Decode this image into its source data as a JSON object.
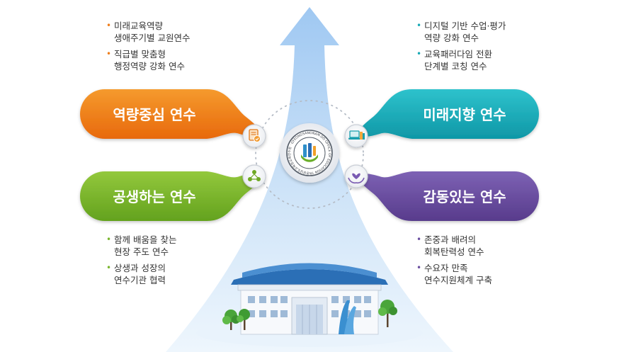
{
  "center_logo": {
    "ring_text": "경상남도교육청교육연수원 · GYEONGSANGNAM-DO OFFICE OF EDUCATION TRAINING INSTITUTE"
  },
  "pillars": [
    {
      "id": "competency",
      "title": "역량중심 연수",
      "color": "#ee7c14",
      "icon": "document-check-icon",
      "bullets": [
        {
          "lines": [
            "미래교육역량",
            "생애주기별 교원연수"
          ]
        },
        {
          "lines": [
            "직급별 맞춤형",
            "행정역량 강화 연수"
          ]
        }
      ]
    },
    {
      "id": "future",
      "title": "미래지향 연수",
      "color": "#15aab7",
      "icon": "laptop-books-icon",
      "bullets": [
        {
          "lines": [
            "디지털 기반 수업·평가",
            "역량 강화 연수"
          ]
        },
        {
          "lines": [
            "교육패러다임 전환",
            "단계별 코칭 연수"
          ]
        }
      ]
    },
    {
      "id": "coexist",
      "title": "공생하는 연수",
      "color": "#7cb82b",
      "icon": "people-network-icon",
      "bullets": [
        {
          "lines": [
            "함께 배움을 찾는",
            "현장 주도 연수"
          ]
        },
        {
          "lines": [
            "상생과 성장의",
            "연수기관 협력"
          ]
        }
      ]
    },
    {
      "id": "moving",
      "title": "감동있는 연수",
      "color": "#6a4b9f",
      "icon": "hands-heart-icon",
      "bullets": [
        {
          "lines": [
            "존중과 배려의",
            "회복탄력성 연수"
          ]
        },
        {
          "lines": [
            "수요자 만족",
            "연수지원체계 구축"
          ]
        }
      ]
    }
  ]
}
